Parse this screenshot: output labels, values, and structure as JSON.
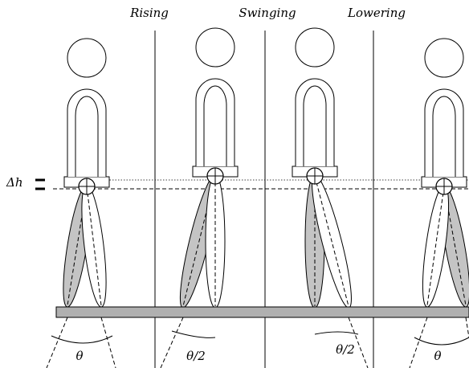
{
  "phase_labels": {
    "rising": "Rising",
    "swinging": "Swinging",
    "lowering": "Lowering"
  },
  "height_label": "Δh",
  "angle_labels": [
    "θ",
    "θ/2",
    "θ/2",
    "θ"
  ],
  "colors": {
    "ground": "#b0b0b0",
    "back_leg": "#c4c4c4",
    "front_leg": "#ffffff",
    "lines": "#000000"
  }
}
